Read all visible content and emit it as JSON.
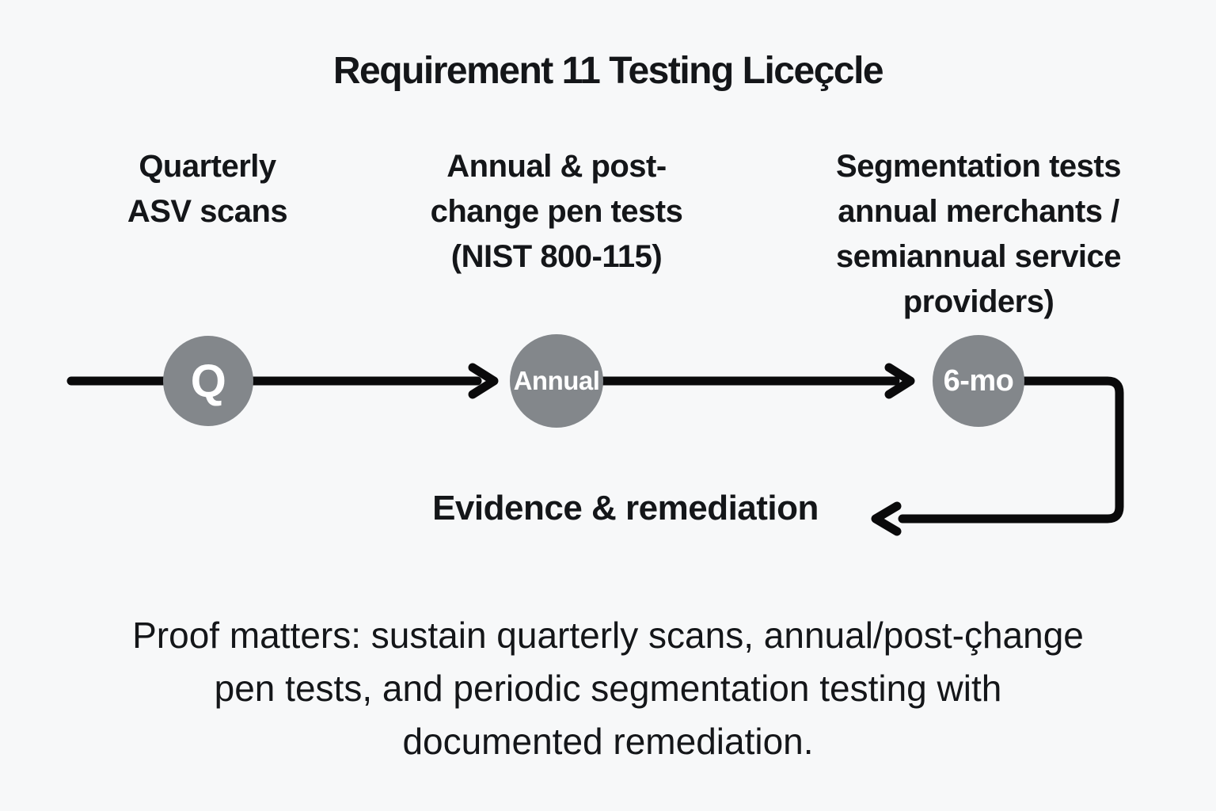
{
  "title": "Requirement 11 Testing Liceçcle",
  "flow": {
    "stages": [
      {
        "label": "Quarterly\nASV scans",
        "node": "Q"
      },
      {
        "label": "Annual & post-\nchange pen tests\n(NIST 800-115)",
        "node": "Annual"
      },
      {
        "label": "Segmentation tests\nannual merchants /\nsemiannual service\nproviders)",
        "node": "6-mo"
      }
    ],
    "return_label": "Evidence & remediation"
  },
  "footer_note": "Proof matters: sustain quarterly scans, annual/post-çhange\npen tests, and periodic segmentation testing with\ndocumented remediation.",
  "colors": {
    "background": "#f7f8f9",
    "text": "#141619",
    "node_fill": "#83878b",
    "node_text": "#ffffff",
    "arrow": "#0a0a0b"
  }
}
